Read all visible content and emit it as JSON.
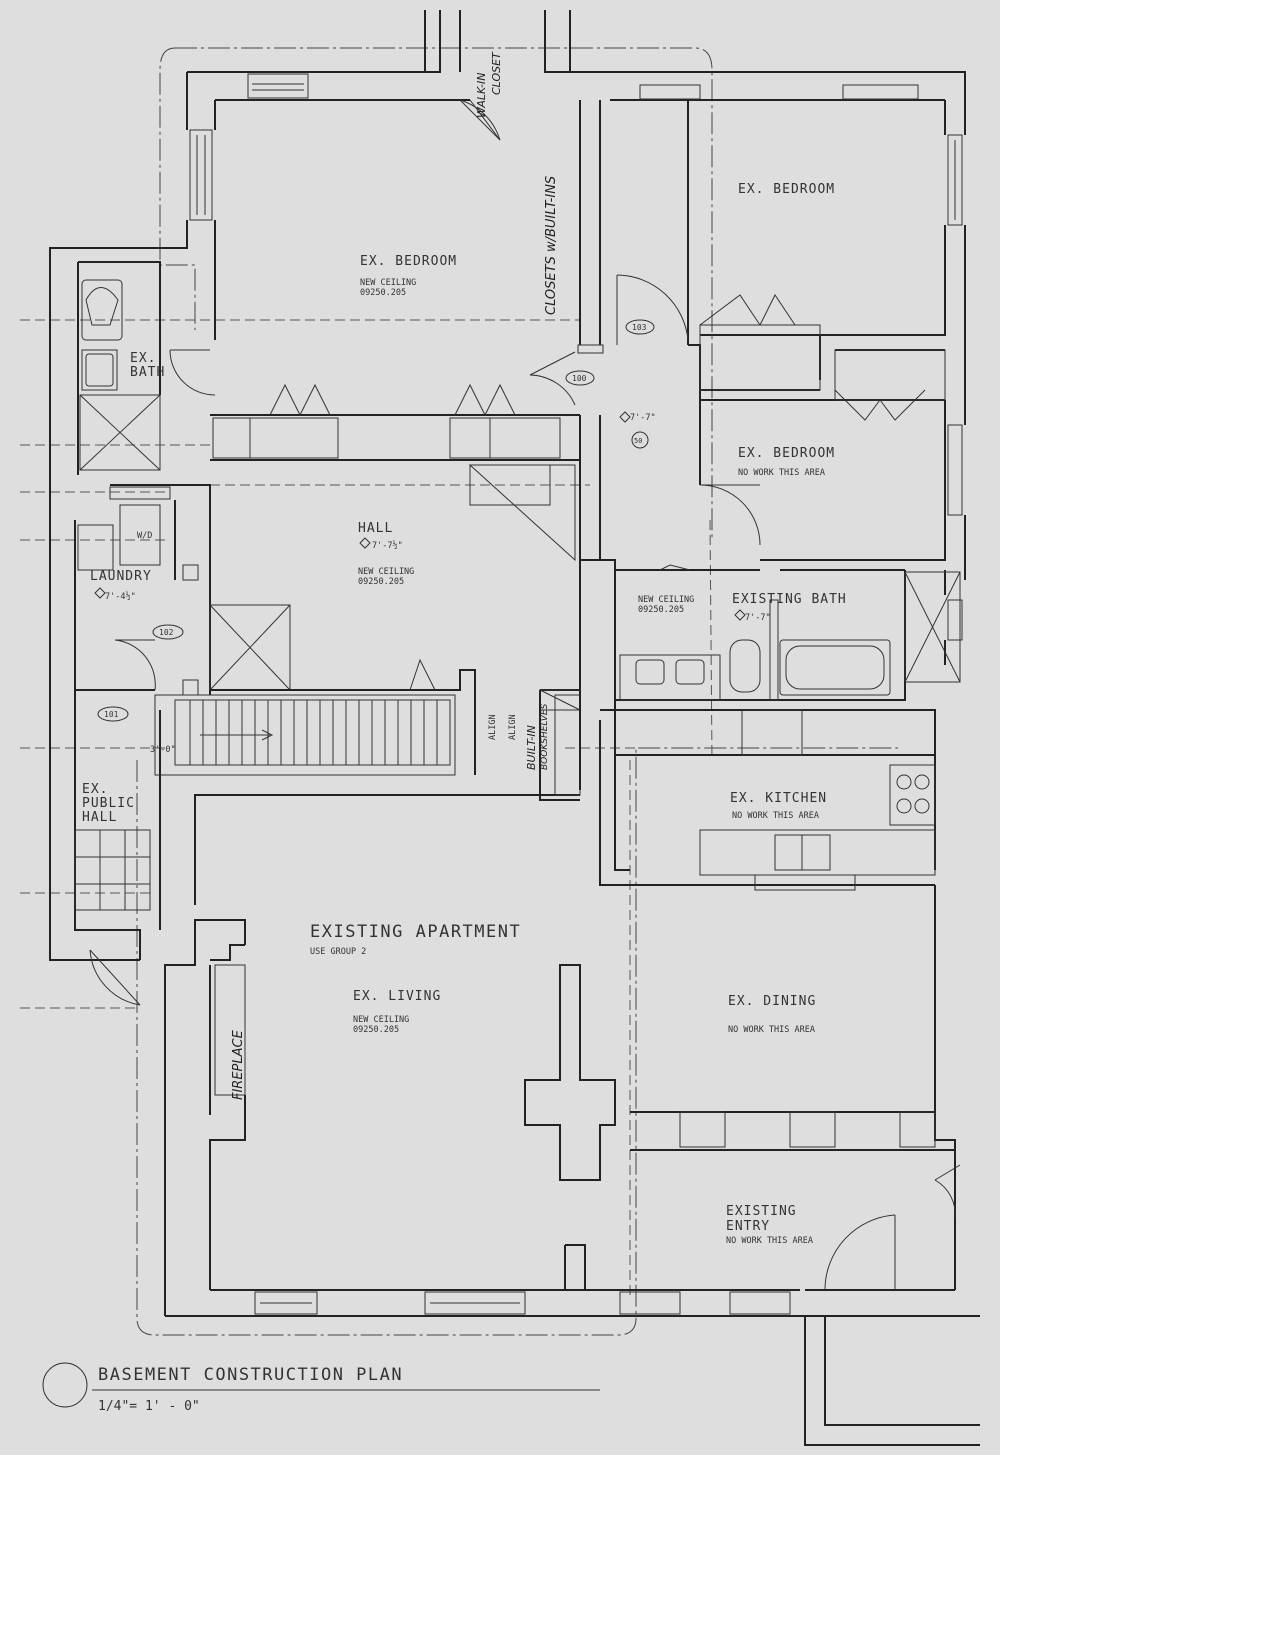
{
  "plan": {
    "title": "BASEMENT CONSTRUCTION PLAN",
    "scale": "1/4\"= 1' - 0\"",
    "rooms": {
      "bedroom_nw": {
        "name": "EX. BEDROOM",
        "note1": "NEW CEILING",
        "note2": "09250.205"
      },
      "bedroom_ne": {
        "name": "EX. BEDROOM"
      },
      "bedroom_e": {
        "name": "EX. BEDROOM",
        "note": "NO WORK THIS AREA"
      },
      "bath_w": {
        "name1": "EX.",
        "name2": "BATH"
      },
      "hall": {
        "name": "HALL",
        "elev": "7'-7½\"",
        "note1": "NEW CEILING",
        "note2": "09250.205"
      },
      "laundry": {
        "name": "LAUNDRY",
        "elev": "7'-4½\""
      },
      "existing_bath": {
        "name": "EXISTING BATH",
        "elev": "7'-7\"",
        "note1": "NEW CEILING",
        "note2": "09250.205"
      },
      "public_hall": {
        "name1": "EX.",
        "name2": "PUBLIC",
        "name3": "HALL"
      },
      "kitchen": {
        "name": "EX. KITCHEN",
        "note": "NO WORK THIS AREA"
      },
      "apartment": {
        "name": "EXISTING APARTMENT",
        "note": "USE GROUP 2"
      },
      "living": {
        "name": "EX. LIVING",
        "note1": "NEW CEILING",
        "note2": "09250.205"
      },
      "dining": {
        "name": "EX. DINING",
        "note": "NO WORK THIS AREA"
      },
      "entry": {
        "name1": "EXISTING",
        "name2": "ENTRY",
        "note": "NO WORK THIS AREA"
      }
    },
    "corridor_elev": "7'-7\"",
    "tags": [
      "103",
      "100",
      "50",
      "102",
      "101"
    ],
    "labels": {
      "fireplace": "FIREPLACE",
      "closets": "CLOSETS w/BUILT-INS",
      "walk_in": "WALK-IN",
      "closet": "CLOSET",
      "built_in": "BUILT-IN",
      "bookshelves": "BOOKSHELVES",
      "align": "ALIGN",
      "wd": "W/D",
      "dim": "3'-0\""
    }
  }
}
